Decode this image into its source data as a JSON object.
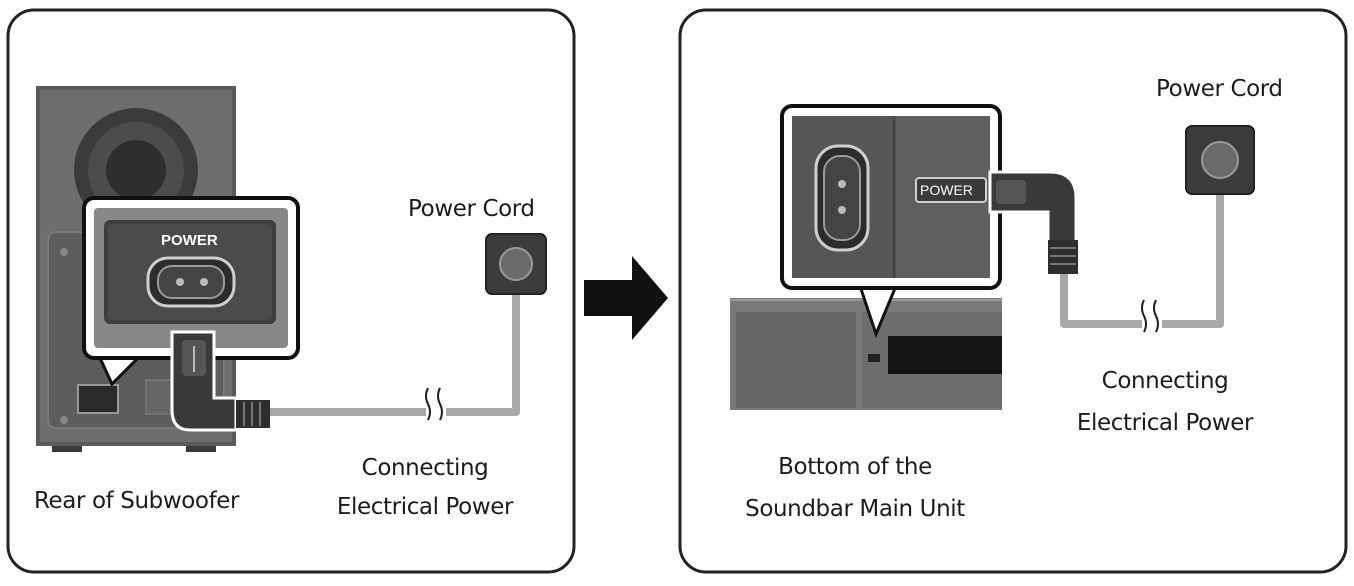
{
  "left_panel": {
    "title": "Rear of Subwoofer",
    "power_label": "POWER",
    "power_cord_label": "Power Cord",
    "caption_line1": "Connecting",
    "caption_line2": "Electrical Power"
  },
  "right_panel": {
    "title_line1": "Bottom of the",
    "title_line2": "Soundbar Main Unit",
    "power_label": "POWER",
    "power_cord_label": "Power Cord",
    "caption_line1": "Connecting",
    "caption_line2": "Electrical Power"
  },
  "arrow_icon": "right-arrow-icon",
  "colors": {
    "panel_border": "#222222",
    "device_dark": "#4a4a4a",
    "device_mid": "#6b6b6b",
    "cable": "#a8a8a8",
    "plug": "#3a3a3a"
  }
}
